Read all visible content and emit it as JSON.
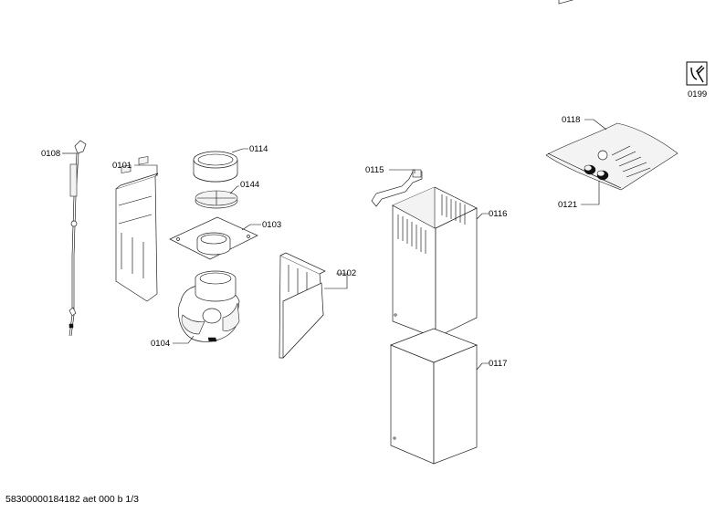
{
  "parts": {
    "p0101": "0101",
    "p0102": "0102",
    "p0103": "0103",
    "p0104": "0104",
    "p0108": "0108",
    "p0114": "0114",
    "p0115": "0115",
    "p0116": "0116",
    "p0117": "0117",
    "p0118": "0118",
    "p0121": "0121",
    "p0144": "0144",
    "p0199": "0199"
  },
  "footer_text": "58300000184182 aet 000 b 1/3",
  "icons": {
    "p0199": "wrench-icon"
  }
}
